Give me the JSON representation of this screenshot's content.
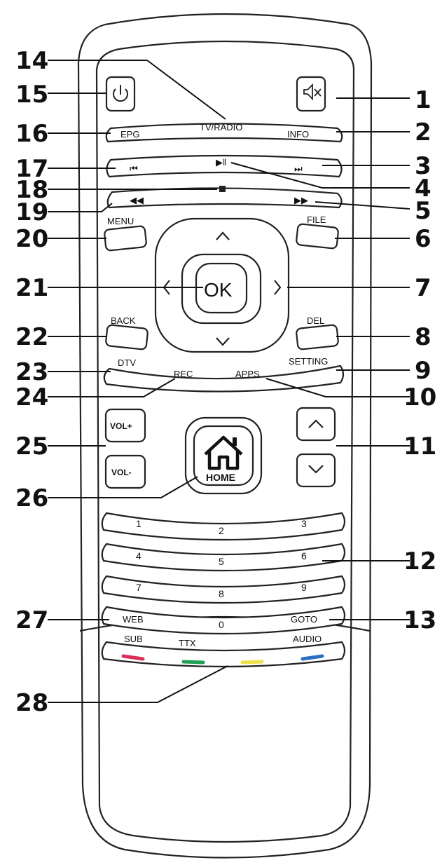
{
  "buttons": {
    "epg": "EPG",
    "tv_radio": "TV/RADIO",
    "info": "INFO",
    "menu": "MENU",
    "file": "FILE",
    "ok": "OK",
    "back": "BACK",
    "del": "DEL",
    "dtv": "DTV",
    "rec": "REC",
    "apps": "APPS",
    "setting": "SETTING",
    "vol_up": "VOL+",
    "vol_down": "VOL-",
    "home": "HOME",
    "web": "WEB",
    "goto": "GOTO",
    "sub": "SUB",
    "ttx": "TTX",
    "audio": "AUDIO",
    "digits": [
      "1",
      "2",
      "3",
      "4",
      "5",
      "6",
      "7",
      "8",
      "9",
      "0"
    ]
  },
  "callouts": [
    "1",
    "2",
    "3",
    "4",
    "5",
    "6",
    "7",
    "8",
    "9",
    "10",
    "11",
    "12",
    "13",
    "14",
    "15",
    "16",
    "17",
    "18",
    "19",
    "20",
    "21",
    "22",
    "23",
    "24",
    "25",
    "26",
    "27",
    "28"
  ],
  "icons": [
    "power-icon",
    "mute-icon",
    "prev-track-icon",
    "play-pause-icon",
    "next-track-icon",
    "stop-icon",
    "rewind-icon",
    "fast-forward-icon",
    "up-arrow-icon",
    "down-arrow-icon",
    "left-arrow-icon",
    "right-arrow-icon",
    "home-icon",
    "channel-up-icon",
    "channel-down-icon"
  ],
  "colors": {
    "outline": "#222222",
    "red_key": "#d9305a",
    "green_key": "#1fa055",
    "yellow_key": "#f0e04a",
    "blue_key": "#2a6fc4"
  }
}
